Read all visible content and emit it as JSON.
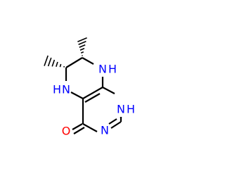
{
  "molecule": {
    "atoms": {
      "n8": {
        "symbol": "N",
        "hydrogen": "H",
        "color": "#0000ff"
      },
      "n5": {
        "symbol": "N",
        "hydrogen": "H",
        "color": "#0000ff"
      },
      "n1": {
        "symbol": "N",
        "hydrogen": "H",
        "color": "#0000ff"
      },
      "n3": {
        "symbol": "N",
        "color": "#0000ff"
      },
      "o4": {
        "symbol": "O",
        "color": "#ff0000"
      }
    },
    "stereo_bond_style": "hashed-wedge",
    "bond_color": "#000000"
  }
}
